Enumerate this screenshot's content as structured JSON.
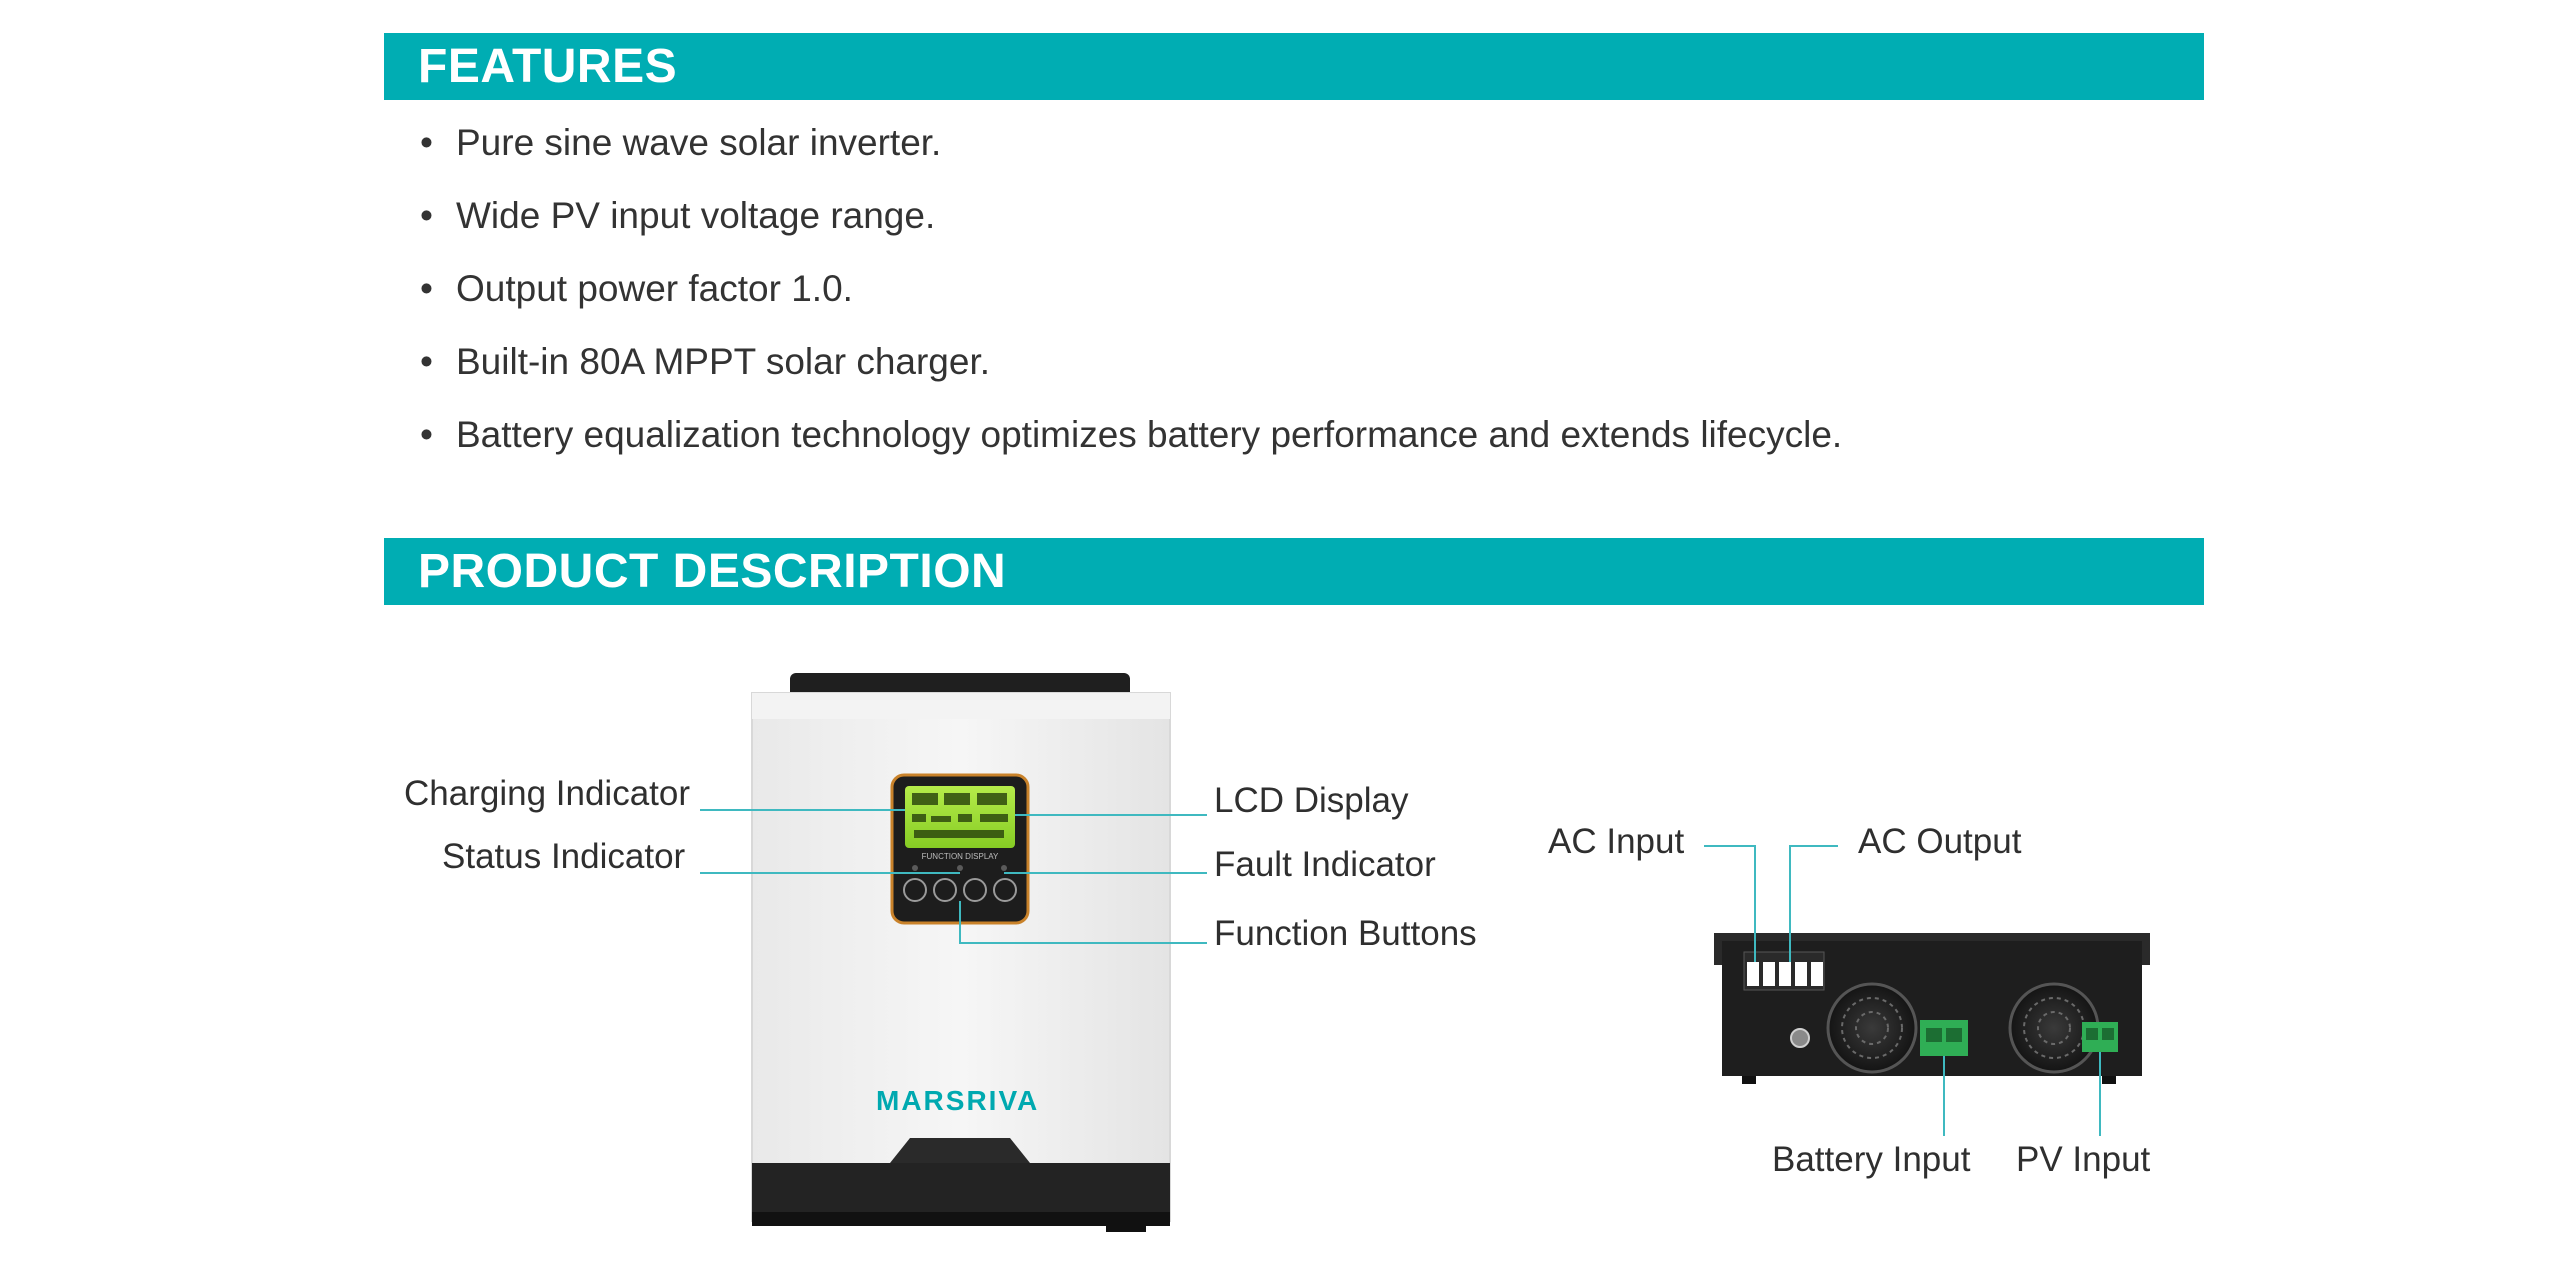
{
  "sections": {
    "features_title": "FEATURES",
    "description_title": "PRODUCT DESCRIPTION"
  },
  "features": [
    "Pure sine wave solar inverter.",
    "Wide PV input voltage range.",
    "Output power factor 1.0.",
    "Built-in 80A MPPT solar charger.",
    "Battery equalization technology optimizes battery performance and extends lifecycle."
  ],
  "front_view": {
    "brand": "MARSRIVA",
    "labels": {
      "charging_indicator": "Charging Indicator",
      "status_indicator": "Status Indicator",
      "lcd_display": "LCD Display",
      "fault_indicator": "Fault Indicator",
      "function_buttons": "Function Buttons"
    }
  },
  "bottom_view": {
    "labels": {
      "ac_input": "AC Input",
      "ac_output": "AC Output",
      "battery_input": "Battery Input",
      "pv_input": "PV Input"
    }
  },
  "colors": {
    "accent": "#00adb3",
    "callout_line": "#3fb9c0",
    "lcd_green": "#9fdc33",
    "terminal_green": "#2fae55",
    "device_dark": "#1e1e1e"
  }
}
